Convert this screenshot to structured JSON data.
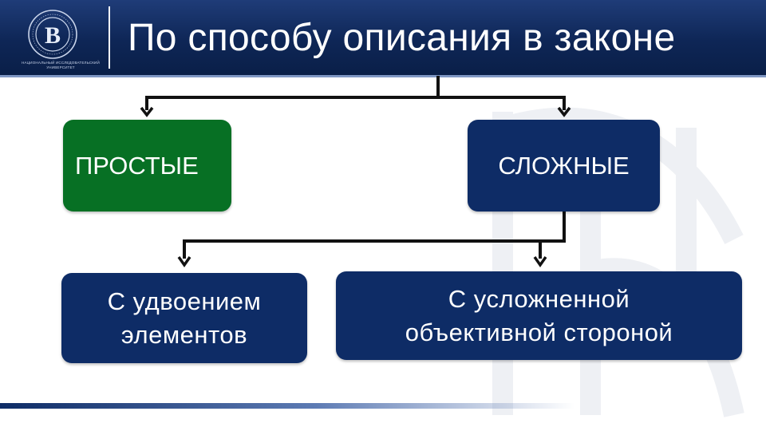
{
  "header": {
    "title": "По способу описания в законе",
    "logo_text": "НАЦИОНАЛЬНЫЙ ИССЛЕДОВАТЕЛЬСКИЙ УНИВЕРСИТЕТ",
    "logo_mark": "В"
  },
  "diagram": {
    "top_left": "ПРОСТЫЕ",
    "top_right": "СЛОЖНЫЕ",
    "bottom_left": [
      "С удвоением",
      "элементов"
    ],
    "bottom_right": [
      "С усложненной",
      "объективной стороной"
    ]
  },
  "colors": {
    "header": "#0e2656",
    "navy_box": "#0e2c66",
    "green_box": "#077024",
    "connector": "#111111"
  },
  "icons": [
    "logo-icon",
    "arrow-down-icon"
  ]
}
